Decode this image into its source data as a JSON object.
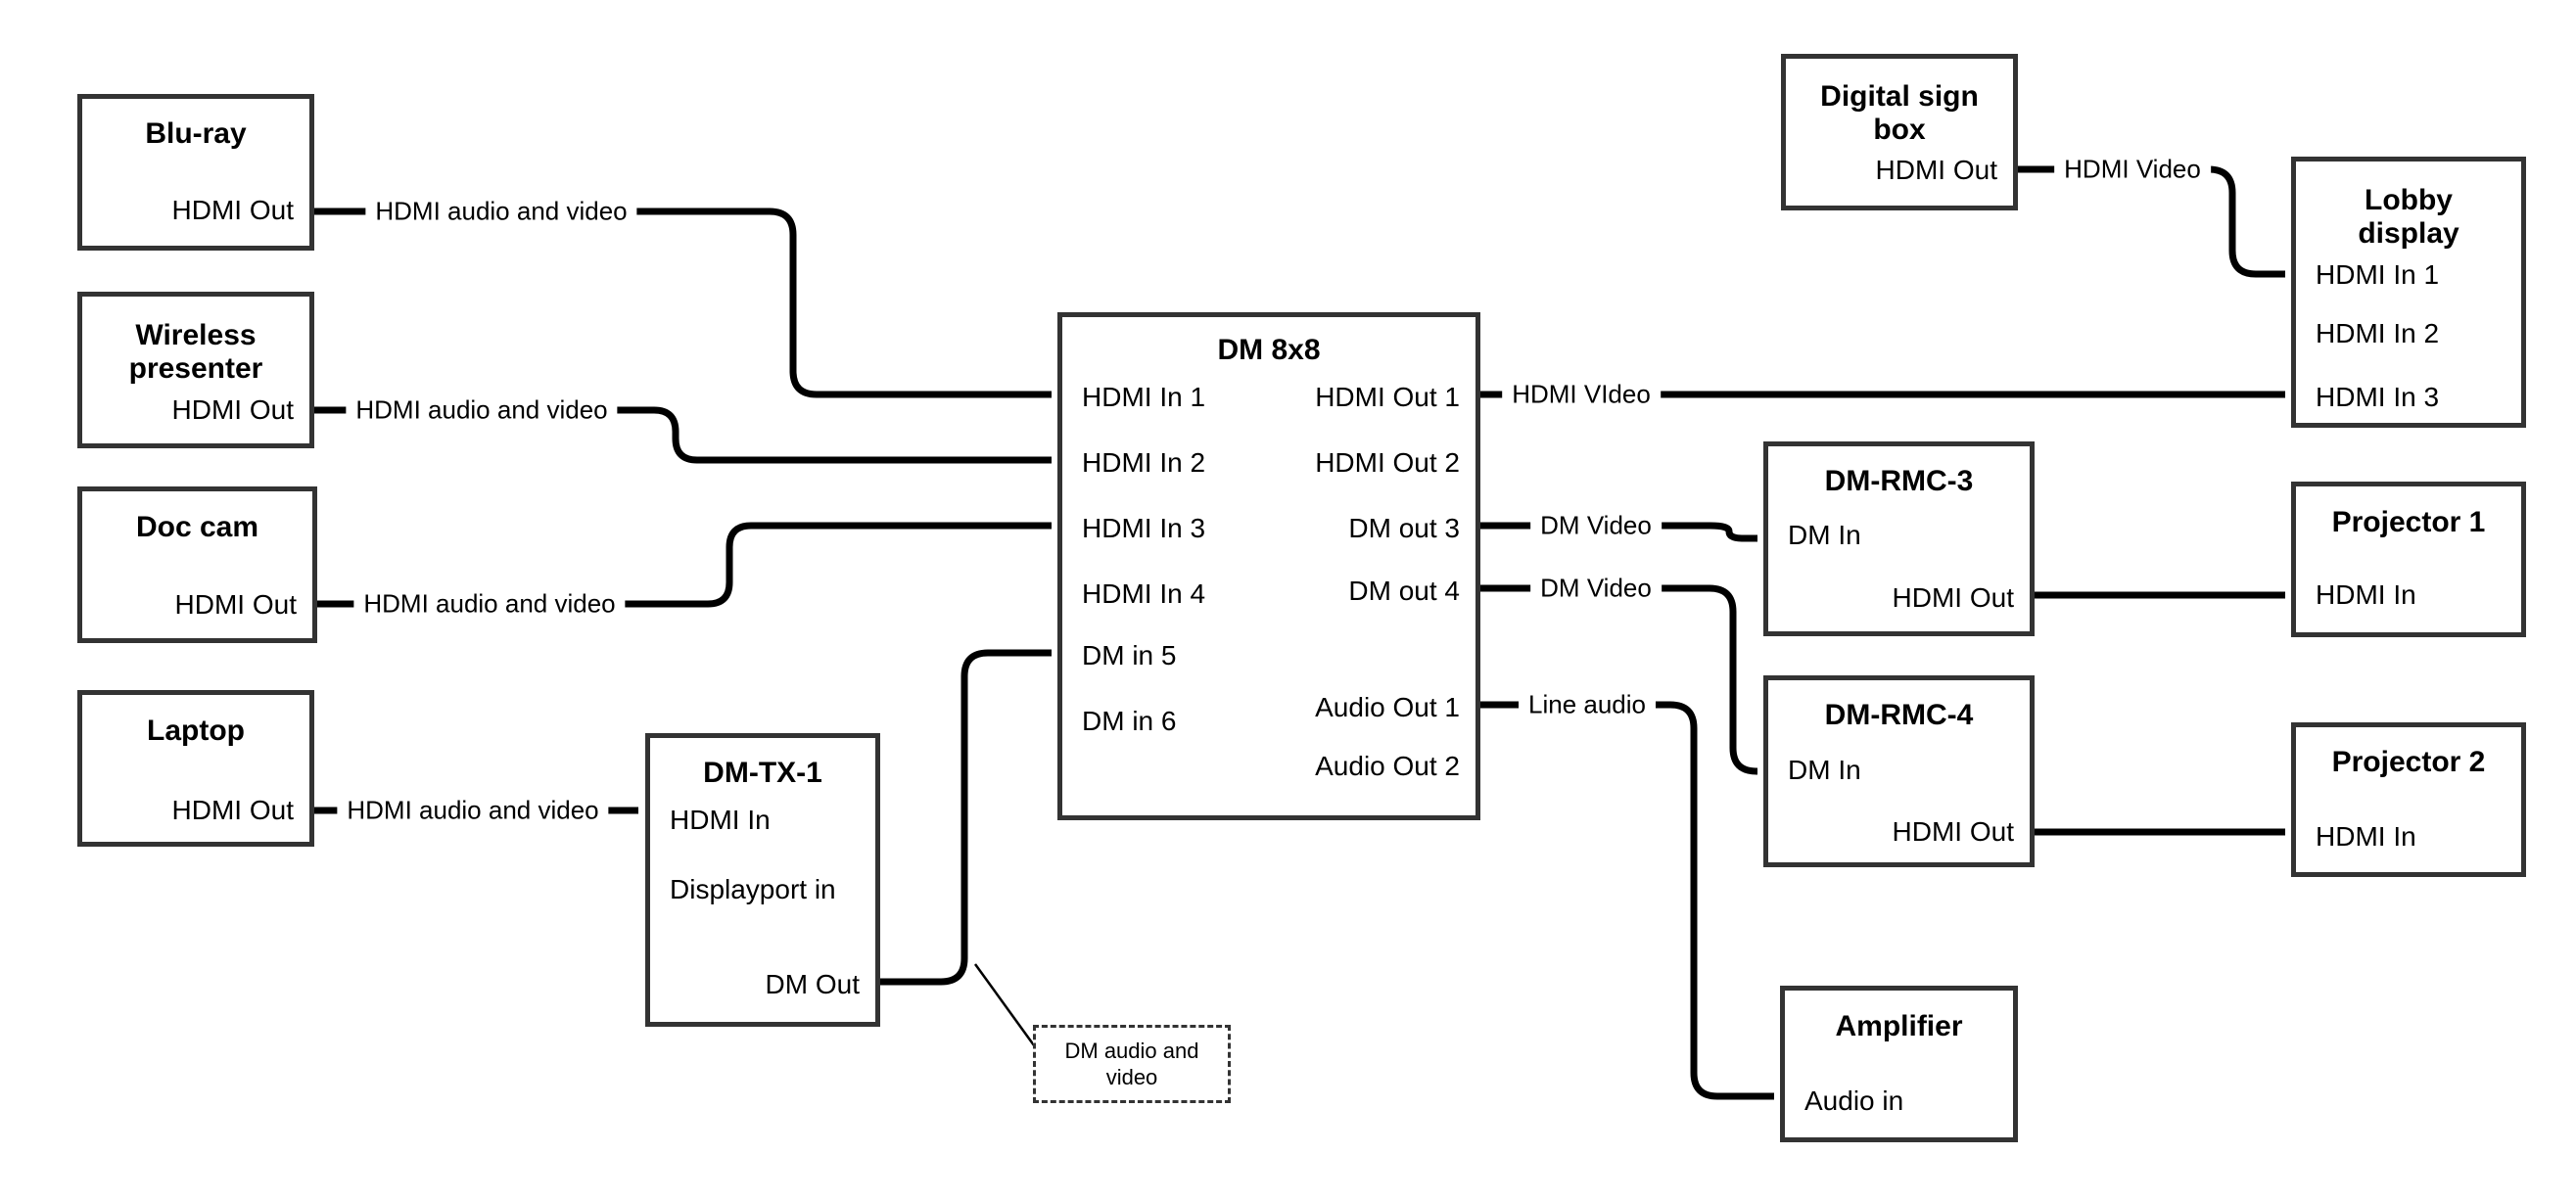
{
  "colors": {
    "background": "#ffffff",
    "box_border": "#333333",
    "wire": "#000000",
    "text": "#000000"
  },
  "boxes": {
    "blu_ray": {
      "title": "Blu-ray",
      "port_hdmi_out": "HDMI Out"
    },
    "wireless_presenter": {
      "title_line1": "Wireless",
      "title_line2": "presenter",
      "port_hdmi_out": "HDMI Out"
    },
    "doc_cam": {
      "title": "Doc cam",
      "port_hdmi_out": "HDMI Out"
    },
    "laptop": {
      "title": "Laptop",
      "port_hdmi_out": "HDMI Out"
    },
    "dm_tx_1": {
      "title": "DM-TX-1",
      "port_hdmi_in": "HDMI In",
      "port_displayport_in": "Displayport in",
      "port_dm_out": "DM Out"
    },
    "dm_8x8": {
      "title": "DM 8x8",
      "port_hdmi_in_1": "HDMI In 1",
      "port_hdmi_in_2": "HDMI In 2",
      "port_hdmi_in_3": "HDMI In 3",
      "port_hdmi_in_4": "HDMI In 4",
      "port_dm_in_5": "DM in 5",
      "port_dm_in_6": "DM in 6",
      "port_hdmi_out_1": "HDMI Out 1",
      "port_hdmi_out_2": "HDMI Out 2",
      "port_dm_out_3": "DM out 3",
      "port_dm_out_4": "DM out 4",
      "port_audio_out_1": "Audio Out 1",
      "port_audio_out_2": "Audio Out 2"
    },
    "digital_sign_box": {
      "title_line1": "Digital sign",
      "title_line2": "box",
      "port_hdmi_out": "HDMI Out"
    },
    "lobby_display": {
      "title_line1": "Lobby",
      "title_line2": "display",
      "port_hdmi_in_1": "HDMI In 1",
      "port_hdmi_in_2": "HDMI In 2",
      "port_hdmi_in_3": "HDMI In 3"
    },
    "dm_rmc_3": {
      "title": "DM-RMC-3",
      "port_dm_in": "DM In",
      "port_hdmi_out": "HDMI Out"
    },
    "projector_1": {
      "title": "Projector 1",
      "port_hdmi_in": "HDMI In"
    },
    "dm_rmc_4": {
      "title": "DM-RMC-4",
      "port_dm_in": "DM In",
      "port_hdmi_out": "HDMI Out"
    },
    "projector_2": {
      "title": "Projector 2",
      "port_hdmi_in": "HDMI In"
    },
    "amplifier": {
      "title": "Amplifier",
      "port_audio_in": "Audio in"
    }
  },
  "wire_labels": {
    "blu_ray_to_dm8x8": "HDMI audio and video",
    "wireless_to_dm8x8": "HDMI audio and video",
    "doc_cam_to_dm8x8": "HDMI audio and video",
    "laptop_to_dm_tx_1": "HDMI audio and video",
    "hdmi_out_1_to_lobby": "HDMI VIdeo",
    "dm_out_3_to_rmc3": "DM Video",
    "dm_out_4_to_rmc4": "DM Video",
    "audio_out_1_to_amplifier": "Line audio",
    "digital_sign_to_lobby": "HDMI Video"
  },
  "callout": {
    "line1": "DM audio and",
    "line2": "video"
  },
  "connections": [
    {
      "from": "Blu-ray HDMI Out",
      "to": "DM 8x8 HDMI In 1",
      "label": "HDMI audio and video"
    },
    {
      "from": "Wireless presenter HDMI Out",
      "to": "DM 8x8 HDMI In 2",
      "label": "HDMI audio and video"
    },
    {
      "from": "Doc cam HDMI Out",
      "to": "DM 8x8 HDMI In 3",
      "label": "HDMI audio and video"
    },
    {
      "from": "Laptop HDMI Out",
      "to": "DM-TX-1 HDMI In",
      "label": "HDMI audio and video"
    },
    {
      "from": "DM-TX-1 DM Out",
      "to": "DM 8x8 DM in 5",
      "label": "DM audio and video"
    },
    {
      "from": "DM 8x8 HDMI Out 1",
      "to": "Lobby display HDMI In 3",
      "label": "HDMI VIdeo"
    },
    {
      "from": "DM 8x8 DM out 3",
      "to": "DM-RMC-3 DM In",
      "label": "DM Video"
    },
    {
      "from": "DM 8x8 DM out 4",
      "to": "DM-RMC-4 DM In",
      "label": "DM Video"
    },
    {
      "from": "DM 8x8 Audio Out 1",
      "to": "Amplifier Audio in",
      "label": "Line audio"
    },
    {
      "from": "Digital sign box HDMI Out",
      "to": "Lobby display HDMI In 1",
      "label": "HDMI Video"
    },
    {
      "from": "DM-RMC-3 HDMI Out",
      "to": "Projector 1 HDMI In",
      "label": ""
    },
    {
      "from": "DM-RMC-4 HDMI Out",
      "to": "Projector 2 HDMI In",
      "label": ""
    }
  ]
}
